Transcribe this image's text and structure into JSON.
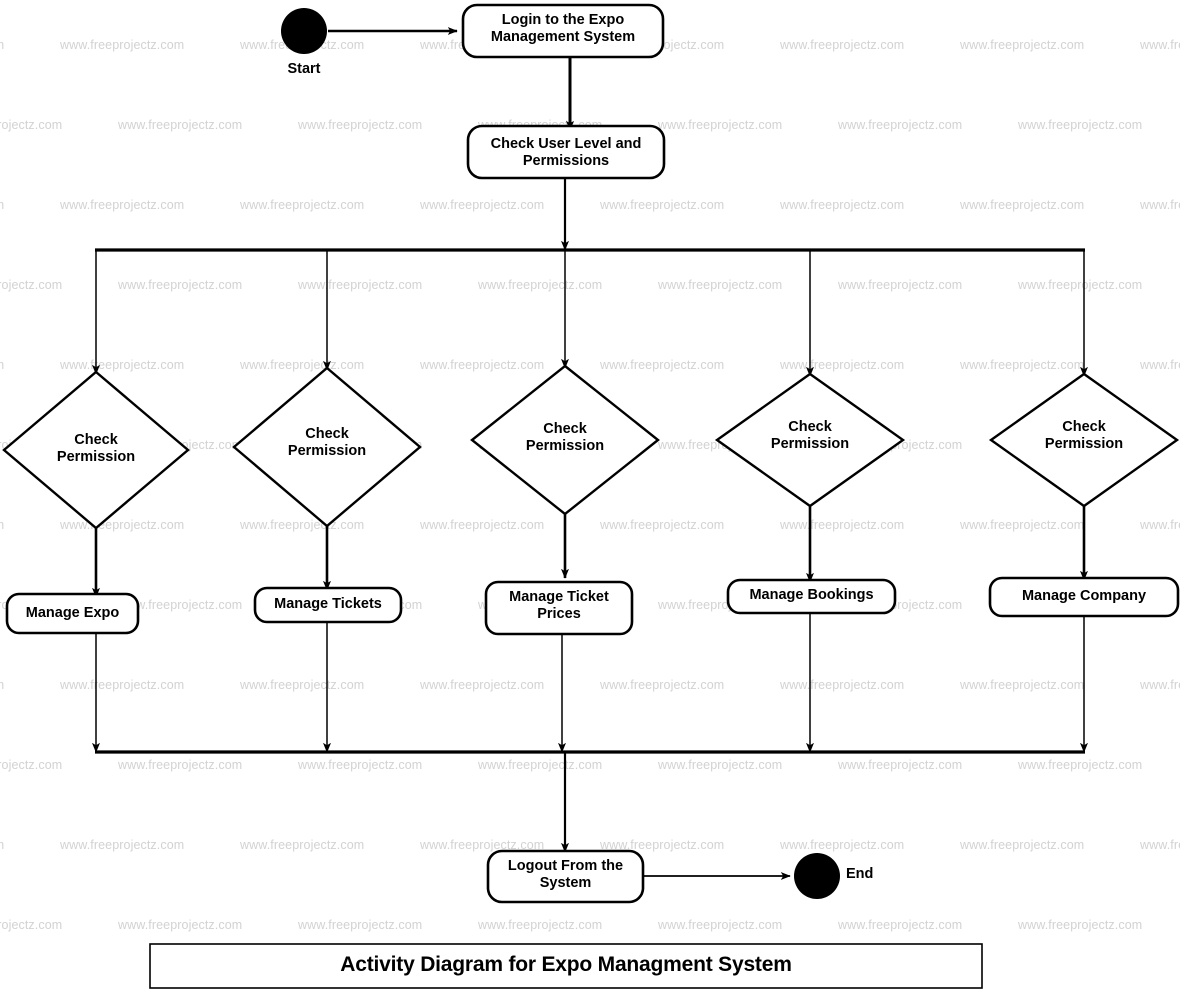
{
  "diagram": {
    "title": "Activity Diagram for Expo Managment System",
    "watermark_text": "www.freeprojectz.com",
    "colors": {
      "stroke": "#000000",
      "fill": "#ffffff",
      "node_fill": "#000000",
      "watermark": "#d2d2d2",
      "background": "#ffffff"
    },
    "start_node": {
      "label": "Start",
      "shape": "filled-circle"
    },
    "end_node": {
      "label": "End",
      "shape": "filled-circle"
    },
    "activities": {
      "login": "Login to the Expo Management System",
      "check_user": "Check User Level and Permissions",
      "logout": "Logout From the System"
    },
    "decisions": [
      {
        "label": "Check Permission"
      },
      {
        "label": "Check Permission"
      },
      {
        "label": "Check Permission"
      },
      {
        "label": "Check Permission"
      },
      {
        "label": "Check Permission"
      }
    ],
    "branch_activities": [
      {
        "label": "Manage Expo"
      },
      {
        "label": "Manage Tickets"
      },
      {
        "label": "Manage Ticket Prices"
      },
      {
        "label": "Manage Bookings"
      },
      {
        "label": "Manage Company"
      }
    ],
    "flow": {
      "fork_label": "fork",
      "join_label": "join"
    }
  }
}
